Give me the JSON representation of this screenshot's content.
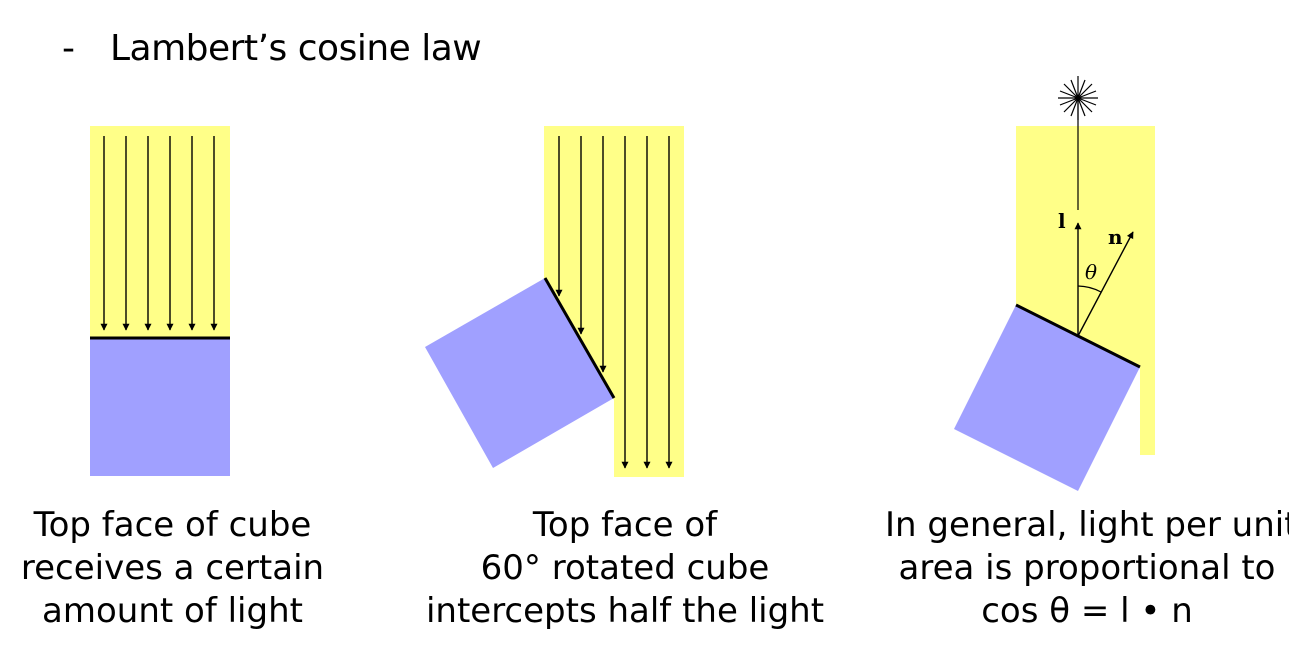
{
  "bullet": {
    "marker": "-",
    "text": "Lambert’s cosine law"
  },
  "panels": [
    {
      "caption": [
        "Top face of cube",
        "receives a certain",
        "amount of light"
      ]
    },
    {
      "caption": [
        "Top face of",
        "60° rotated cube",
        "intercepts half the light"
      ]
    },
    {
      "caption": [
        "In general, light per unit",
        "area is proportional to",
        "cos θ = l • n"
      ],
      "labels": {
        "light_vector": "l",
        "normal_vector": "n",
        "angle": "θ"
      }
    }
  ],
  "colors": {
    "light": "#ffff88",
    "cube": "#a0a0ff",
    "edge": "#000000"
  }
}
